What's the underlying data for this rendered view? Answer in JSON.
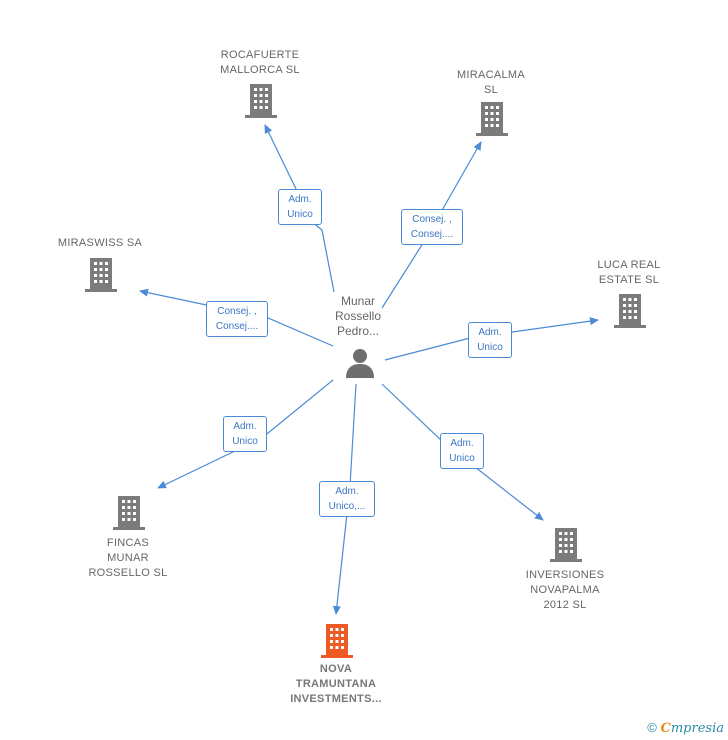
{
  "colors": {
    "edge": "#4a8ad6",
    "building": "#7b7b7b",
    "building_highlight": "#ee5a24",
    "person": "#6e6e6e"
  },
  "center": {
    "name": "Munar\nRossello\nPedro...",
    "icon": "person-icon"
  },
  "companies": [
    {
      "id": "rocafuerte",
      "name": "ROCAFUERTE\nMALLORCA  SL",
      "icon": "building-icon"
    },
    {
      "id": "miracalma",
      "name": "MIRACALMA\nSL",
      "icon": "building-icon"
    },
    {
      "id": "miraswiss",
      "name": "MIRASWISS SA",
      "icon": "building-icon"
    },
    {
      "id": "luca",
      "name": "LUCA REAL\nESTATE  SL",
      "icon": "building-icon"
    },
    {
      "id": "fincas",
      "name": "FINCAS\nMUNAR\nROSSELLO SL",
      "icon": "building-icon"
    },
    {
      "id": "inversiones",
      "name": "INVERSIONES\nNOVAPALMA\n2012 SL",
      "icon": "building-icon"
    },
    {
      "id": "nova",
      "name": "NOVA\nTRAMUNTANA\nINVESTMENTS...",
      "icon": "building-icon",
      "highlight": true
    }
  ],
  "relations": [
    {
      "to": "rocafuerte",
      "label": "Adm.\nUnico"
    },
    {
      "to": "miracalma",
      "label": "Consej. ,\nConsej...."
    },
    {
      "to": "miraswiss",
      "label": "Consej. ,\nConsej...."
    },
    {
      "to": "luca",
      "label": "Adm.\nUnico"
    },
    {
      "to": "fincas",
      "label": "Adm.\nUnico"
    },
    {
      "to": "inversiones",
      "label": "Adm.\nUnico"
    },
    {
      "to": "nova",
      "label": "Adm.\nUnico,..."
    }
  ],
  "footer": {
    "copyright": "©",
    "brand_first": "C",
    "brand_rest": "mpresia"
  }
}
